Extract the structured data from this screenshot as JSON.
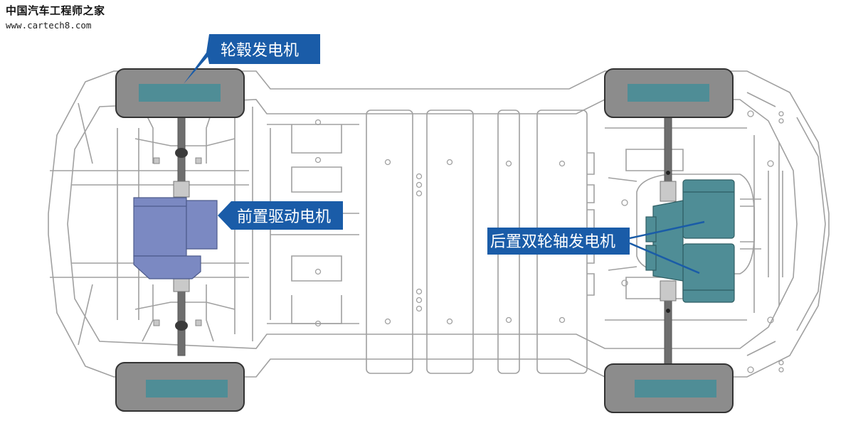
{
  "watermark": {
    "site_name": "中国汽车工程师之家",
    "url": "www.cartech8.com"
  },
  "labels": {
    "hub_generator": "轮毂发电机",
    "front_drive_motor": "前置驱动电机",
    "rear_axle_generator": "后置双轮轴发电机"
  },
  "colors": {
    "callout_blue": "#1a5ca8",
    "tire_gray": "#8c8c8c",
    "hub_teal": "#4f8d96",
    "motor_blue": "#7b89c2",
    "generator_teal": "#4f8d96",
    "outline": "#9a9a9a"
  }
}
